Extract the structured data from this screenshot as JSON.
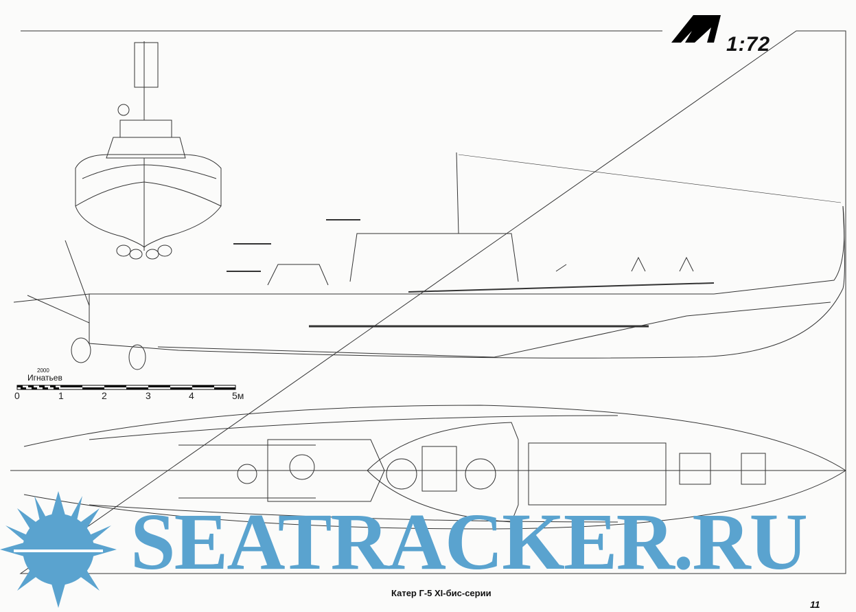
{
  "header": {
    "logo_letter": "M",
    "scale": "1:72"
  },
  "author": {
    "name": "Игнатьев",
    "year": "2000"
  },
  "scale_bar": {
    "ticks": [
      "0",
      "1",
      "2",
      "3",
      "4",
      "5м"
    ]
  },
  "caption": "Катер Г-5 XI-бис-серии",
  "page_number": "11",
  "watermark": {
    "text": "SEATRACKER.RU",
    "color": "#5aa3cf"
  }
}
